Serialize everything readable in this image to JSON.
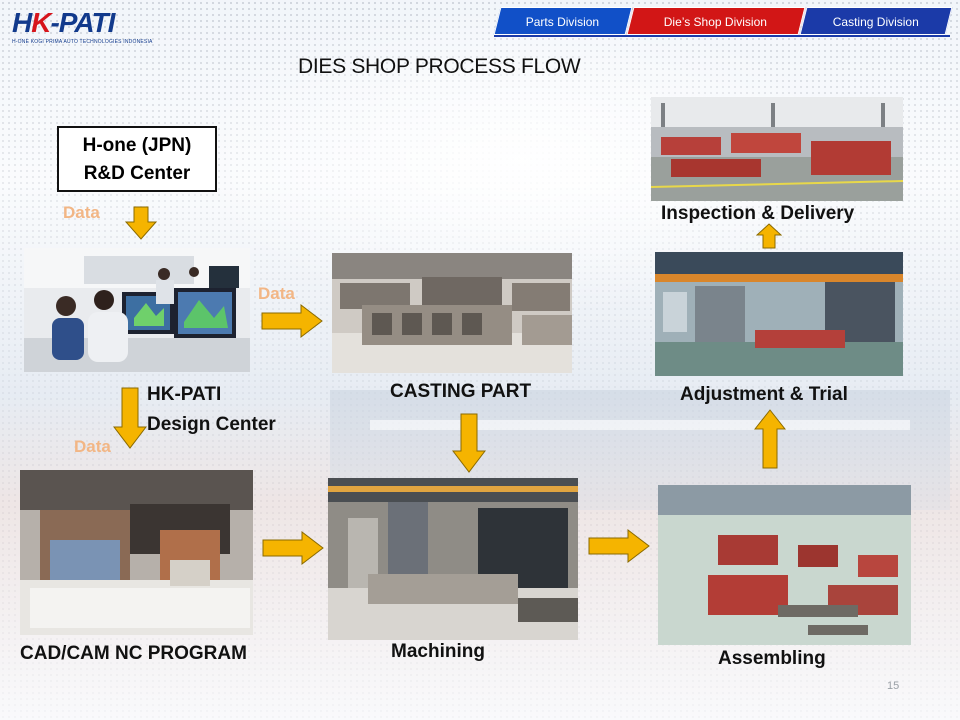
{
  "logo": {
    "text_blue": "H",
    "text_red": "K",
    "text_rest": "-PATI",
    "tagline": "H-ONE KOGI PRIMA AUTO TECHNOLOGIES INDONESIA"
  },
  "tabs": [
    {
      "label": "Parts Division",
      "color": "#1150c8"
    },
    {
      "label": "Die’s Shop Division",
      "color": "#d21616"
    },
    {
      "label": "Casting Division",
      "color": "#1b3aa8"
    }
  ],
  "title": "DIES SHOP PROCESS FLOW",
  "rnd_center": {
    "line1": "H-one (JPN)",
    "line2": "R&D Center"
  },
  "data_labels": {
    "d1": "Data",
    "d2": "Data",
    "d3": "Data"
  },
  "steps": {
    "design": {
      "line1": "HK-PATI",
      "line2": "Design Center"
    },
    "cadcam": "CAD/CAM NC PROGRAM",
    "casting": "CASTING PART",
    "machining": "Machining",
    "assembling": "Assembling",
    "adjustment": "Adjustment & Trial",
    "inspection": "Inspection & Delivery"
  },
  "arrow_color": "#f5b400",
  "page_number": "15"
}
